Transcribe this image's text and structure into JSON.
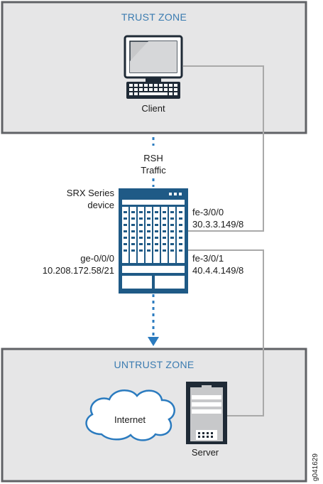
{
  "zones": {
    "trust": {
      "label": "TRUST ZONE"
    },
    "untrust": {
      "label": "UNTRUST ZONE"
    }
  },
  "devices": {
    "client": {
      "label": "Client"
    },
    "srx": {
      "label_line1": "SRX Series",
      "label_line2": "device"
    },
    "server": {
      "label": "Server"
    },
    "internet": {
      "label": "Internet"
    }
  },
  "traffic": {
    "line1": "RSH",
    "line2": "Traffic"
  },
  "interfaces": {
    "fe_3_0_0": {
      "name": "fe-3/0/0",
      "ip": "30.3.3.149/8"
    },
    "fe_3_0_1": {
      "name": "fe-3/0/1",
      "ip": "40.4.4.149/8"
    },
    "ge_0_0_0": {
      "name": "ge-0/0/0",
      "ip": "10.208.172.58/21"
    }
  },
  "figure_id": "g041629",
  "colors": {
    "zone_fill": "#e6e6e7",
    "zone_border": "#606266",
    "zone_label": "#3a7bb0",
    "device_blue": "#1f5a86",
    "dotted_arrow": "#2b7bbf",
    "link_line": "#a9a9a9"
  }
}
